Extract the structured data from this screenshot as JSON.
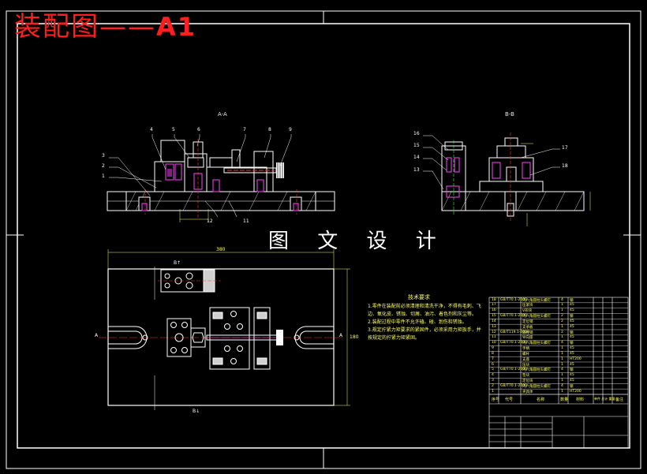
{
  "header": {
    "title_cn": "装配图",
    "title_dash": "——",
    "title_code": "A1"
  },
  "watermark": "图 文 设 计",
  "views": {
    "section_aa": "A-A",
    "section_bb": "B-B"
  },
  "balloons_front": [
    "1",
    "2",
    "3",
    "4",
    "5",
    "6",
    "7",
    "8",
    "9"
  ],
  "balloons_front_bottom": [
    "12",
    "11"
  ],
  "balloons_right": [
    "16",
    "15",
    "14",
    "13",
    "17",
    "18"
  ],
  "dimensions": {
    "plan_width": "380",
    "plan_height": "180"
  },
  "plan_markers": {
    "b_top": "B↑",
    "b_bottom": "B↓",
    "a_left": "A",
    "a_right": "A"
  },
  "tech_notes": {
    "title": "技术要求",
    "lines": [
      "1.零件在装配前必须清理和清洗干净，不得有毛刺、飞边、氧化皮、锈蚀、切屑、油污、着色剂和灰尘等。",
      "2.装配过程中零件不允许磕、碰、划伤和锈蚀。",
      "3.规定拧紧力矩要求的紧固件，必须采用力矩扳手，并按规定的拧紧力矩紧固。"
    ]
  },
  "bom": {
    "rows": [
      [
        "18",
        "GB/T70.1-2000",
        "内六角圆柱头螺钉",
        "4",
        "钢"
      ],
      [
        "17",
        "",
        "压紧块",
        "1",
        "45"
      ],
      [
        "16",
        "",
        "V形块",
        "1",
        "45"
      ],
      [
        "15",
        "GB/T70.1-2000",
        "内六角圆柱头螺钉",
        "2",
        "钢"
      ],
      [
        "14",
        "",
        "定位销",
        "2",
        "45"
      ],
      [
        "13",
        "",
        "支承板",
        "1",
        "45"
      ],
      [
        "12",
        "GB/T119.1-2000",
        "圆柱销",
        "2",
        "钢"
      ],
      [
        "11",
        "",
        "导向座",
        "1",
        "45"
      ],
      [
        "10",
        "GB/T70.1-2000",
        "内六角圆柱头螺钉",
        "4",
        "钢"
      ],
      [
        "9",
        "",
        "手柄",
        "1",
        "45"
      ],
      [
        "8",
        "",
        "螺杆",
        "1",
        "45"
      ],
      [
        "7",
        "",
        "支座",
        "1",
        "HT200"
      ],
      [
        "6",
        "",
        "压块",
        "1",
        "45"
      ],
      [
        "5",
        "GB/T70.1-2000",
        "内六角圆柱头螺钉",
        "4",
        "钢"
      ],
      [
        "4",
        "",
        "垫块",
        "1",
        "45"
      ],
      [
        "3",
        "",
        "定位块",
        "1",
        "45"
      ],
      [
        "2",
        "GB/T70.1-2000",
        "内六角圆柱头螺钉",
        "4",
        "钢"
      ],
      [
        "1",
        "",
        "夹具体",
        "1",
        "HT200"
      ]
    ],
    "header": [
      "序号",
      "代号",
      "名称",
      "数量",
      "材料",
      "单件 总计 重量",
      "备注"
    ]
  },
  "colors": {
    "line": "#ffffff",
    "dim": "#ffff55",
    "center": "#ff3333",
    "bolt": "#ff40ff",
    "green": "#40ff40",
    "title": "#ff1e1e"
  }
}
